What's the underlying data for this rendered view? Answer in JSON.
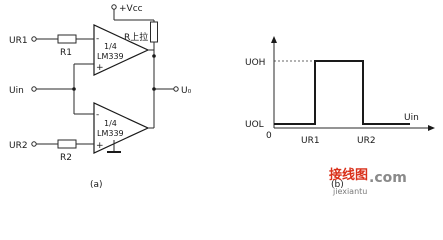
{
  "circuit": {
    "vcc": "+Vcc",
    "r_pullup": "R上拉",
    "input_ur1": "UR1",
    "input_uin": "Uin",
    "input_ur2": "UR2",
    "resistor_r1": "R1",
    "resistor_r2": "R2",
    "comparator_top": {
      "line1": "1/4",
      "line2": "LM339",
      "minus": "-",
      "plus": "+"
    },
    "comparator_bottom": {
      "line1": "1/4",
      "line2": "LM339",
      "minus": "-",
      "plus": "+"
    },
    "output": "U₀",
    "caption": "(a)"
  },
  "waveform": {
    "y_high": "UOH",
    "y_low": "UOL",
    "origin": "0",
    "x_ur1": "UR1",
    "x_ur2": "UR2",
    "x_axis": "Uin",
    "caption": "(b)"
  },
  "watermark": {
    "text": "接线图",
    "domain": "jiexiantu",
    "suffix": ".com"
  }
}
